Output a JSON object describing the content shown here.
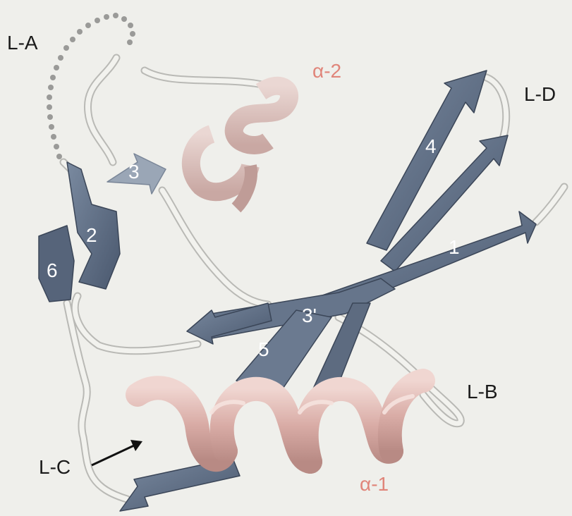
{
  "labels": {
    "loop_a": "L-A",
    "loop_b": "L-B",
    "loop_c": "L-C",
    "loop_d": "L-D",
    "helix_1": "α-1",
    "helix_2": "α-2",
    "strand_1": "1",
    "strand_2": "2",
    "strand_3": "3",
    "strand_3p": "3'",
    "strand_4": "4",
    "strand_5": "5",
    "strand_6": "6"
  },
  "colors": {
    "background": "#efefeb",
    "strand": "#5f6f86",
    "strand_dark": "#46546a",
    "helix": "#d9aca6",
    "helix_light": "#ecd0cb",
    "coil": "#e6e6e2",
    "label_dark": "#1a1a1a",
    "label_helix": "#e0857a",
    "label_strand": "#ffffff"
  },
  "icons": {
    "arrow_to_loop_c": "arrow-icon"
  }
}
